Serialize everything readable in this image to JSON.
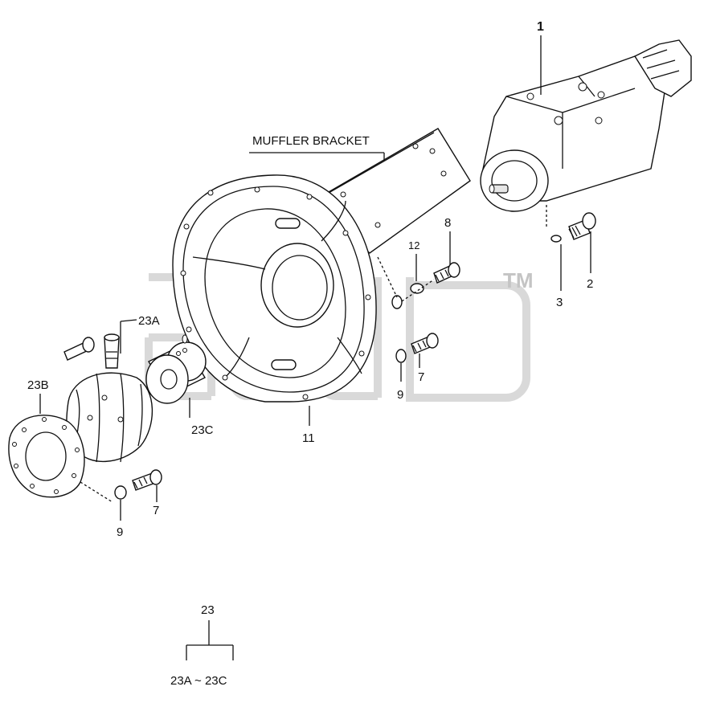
{
  "labels": {
    "part_1": "1",
    "part_2": "2",
    "part_3": "3",
    "part_7_right": "7",
    "part_7_left": "7",
    "part_8": "8",
    "part_9_right": "9",
    "part_9_left": "9",
    "part_11": "11",
    "part_12": "12",
    "part_23": "23",
    "part_23a": "23A",
    "part_23b": "23B",
    "part_23c": "23C",
    "muffler_bracket": "MUFFLER BRACKET",
    "group_range": "23A ~ 23C"
  },
  "watermark": {
    "trademark": "TM"
  }
}
